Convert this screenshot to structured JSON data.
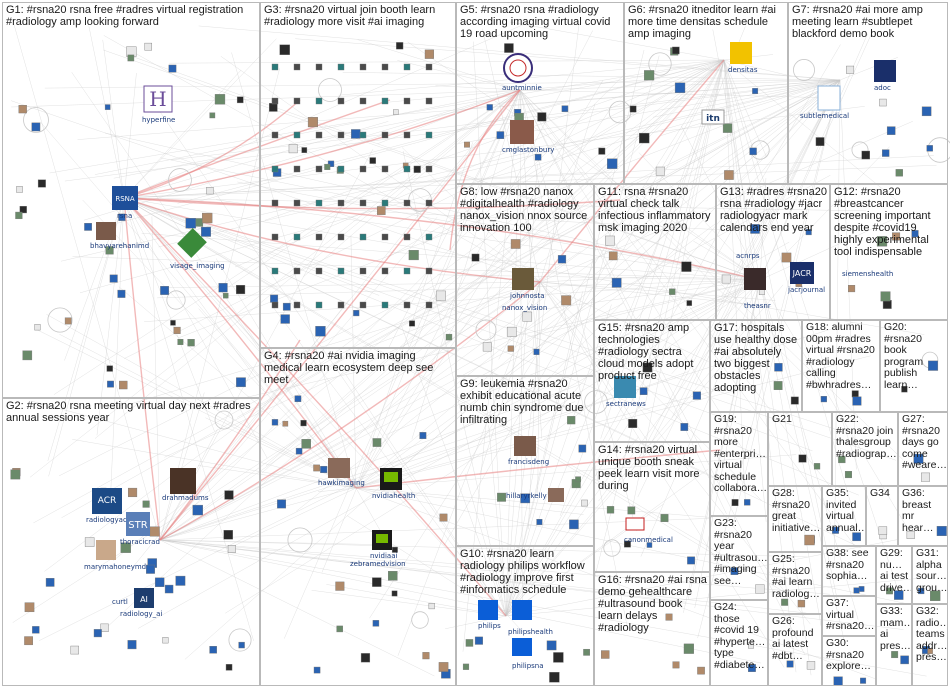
{
  "groups": [
    {
      "id": "G1",
      "text": "G1: #rsna20 rsna free #radres virtual registration #radiology amp looking forward"
    },
    {
      "id": "G2",
      "text": "G2: #rsna20 rsna meeting virtual day next #radres annual sessions year"
    },
    {
      "id": "G3",
      "text": "G3: #rsna20 virtual join booth learn #radiology more visit #ai imaging"
    },
    {
      "id": "G4",
      "text": "G4: #rsna20 #ai nvidia imaging medical learn ecosystem deep see meet"
    },
    {
      "id": "G5",
      "text": "G5: #rsna20 rsna #radiology according imaging virtual covid 19 road upcoming"
    },
    {
      "id": "G6",
      "text": "G6: #rsna20 itneditor learn #ai more time densitas schedule amp imaging"
    },
    {
      "id": "G7",
      "text": "G7: #rsna20 #ai more amp meeting learn #subtlepet blackford demo book"
    },
    {
      "id": "G8",
      "text": "G8: low #rsna20 nanox #digitalhealth #radiology nanox_vision nnox source innovation 100"
    },
    {
      "id": "G9",
      "text": "G9: leukemia #rsna20 exhibit educational acute numb chin syndrome due infiltrating"
    },
    {
      "id": "G10",
      "text": "G10: #rsna20 learn radiology philips workflow #radiology improve first #informatics schedule"
    },
    {
      "id": "G11",
      "text": "G11: rsna #rsna20 virtual check talk infectious inflammatory msk imaging 2020"
    },
    {
      "id": "G12",
      "text": "G12: #rsna20 #breastcancer screening important despite #covid19 highly experimental tool indispensable"
    },
    {
      "id": "G13",
      "text": "G13: #radres #rsna20 rsna #radiology #jacr radiologyacr mark calendars end year"
    },
    {
      "id": "G14",
      "text": "G14: #rsna20 virtual unique booth sneak peek learn visit more during"
    },
    {
      "id": "G15",
      "text": "G15: #rsna20 amp technologies #radiology sectra cloud models adopt product free"
    },
    {
      "id": "G16",
      "text": "G16: #rsna20 #ai rsna demo gehealthcare #ultrasound book learn delays #radiology"
    },
    {
      "id": "G17",
      "text": "G17: hospitals use healthy dose #ai absolutely two biggest obstacles adopting"
    },
    {
      "id": "G18",
      "text": "G18: alumni 00pm #radres virtual #rsna20 #radiology calling #bwhradres…"
    },
    {
      "id": "G19",
      "text": "G19: #rsna20 more #enterpri… virtual schedule collabora…"
    },
    {
      "id": "G20",
      "text": "G20: #rsna20 book program publish learn…"
    },
    {
      "id": "G21",
      "text": "G21"
    },
    {
      "id": "G22",
      "text": "G22: #rsna20 join thalesgroup #radiograp…"
    },
    {
      "id": "G23",
      "text": "G23: #rsna20 year #ultrasou… #imaging see…"
    },
    {
      "id": "G24",
      "text": "G24: those #covid 19 #hyperte… type #diabete…"
    },
    {
      "id": "G25",
      "text": "G25: #rsna20 #ai learn radiolog…"
    },
    {
      "id": "G26",
      "text": "G26: profound ai latest #dbt…"
    },
    {
      "id": "G27",
      "text": "G27: #rsna20 days go come #weare…"
    },
    {
      "id": "G28",
      "text": "G28: #rsna20 great initiative…"
    },
    {
      "id": "G29",
      "text": "G29: nu… ai test drive…"
    },
    {
      "id": "G30",
      "text": "G30: #rsna20 explore…"
    },
    {
      "id": "G31",
      "text": "G31: alpha sour… grou…"
    },
    {
      "id": "G32",
      "text": "G32: radio… teams addr… pres…"
    },
    {
      "id": "G33",
      "text": "G33: mam… ai pres…"
    },
    {
      "id": "G34",
      "text": "G34"
    },
    {
      "id": "G35",
      "text": "G35: invited virtual annual…"
    },
    {
      "id": "G36",
      "text": "G36: breast mr hear…"
    },
    {
      "id": "G37",
      "text": "G37: virtual #rsna20…"
    },
    {
      "id": "G38",
      "text": "G38: see #rsna20 sophia…"
    }
  ],
  "node_labels": {
    "hyperfine": "hyperfine",
    "rsna": "rsna",
    "bhavyarehanimd": "bhavyarehanimd",
    "visage_imaging": "visage_imaging",
    "radiologyacr": "radiologyacr",
    "drahmadums": "drahmadums",
    "thoracicrad": "thoracicrad",
    "marymahoneymd": "marymahoneymd",
    "curtl": "curtl",
    "radiology_ai": "radiology_ai",
    "hawkimaging": "hawkimaging",
    "nvidiahealth": "nvidiahealth",
    "nvidiaai": "nvidiaai",
    "zebramedvision": "zebramedvision",
    "auntminnie": "auntminnie",
    "cmglastonbury": "cmglastonbury",
    "densitas": "densitas",
    "itn": "itn",
    "adoc": "adoc",
    "subtlemedical": "subtlemedical",
    "johnnosta": "johnnosta",
    "nanox_vision": "nanox_vision",
    "acnrps": "acnrps",
    "theasnr": "theasnr",
    "jacrjournal": "jacrjournal",
    "siemenshealth": "siemenshealth",
    "sectranews": "sectranews",
    "francisdeng": "francisdeng",
    "hillaryrkelly": "hillaryrkelly",
    "canonmedical": "canonmedical",
    "philips": "philips",
    "philipshealth": "philipshealth",
    "philipsna": "philipsna"
  },
  "colors": {
    "edge_gray": "#c8c8c8",
    "edge_red": "#e88080",
    "group_border": "#b9b9b9",
    "node_blue": "#2a63b3"
  }
}
